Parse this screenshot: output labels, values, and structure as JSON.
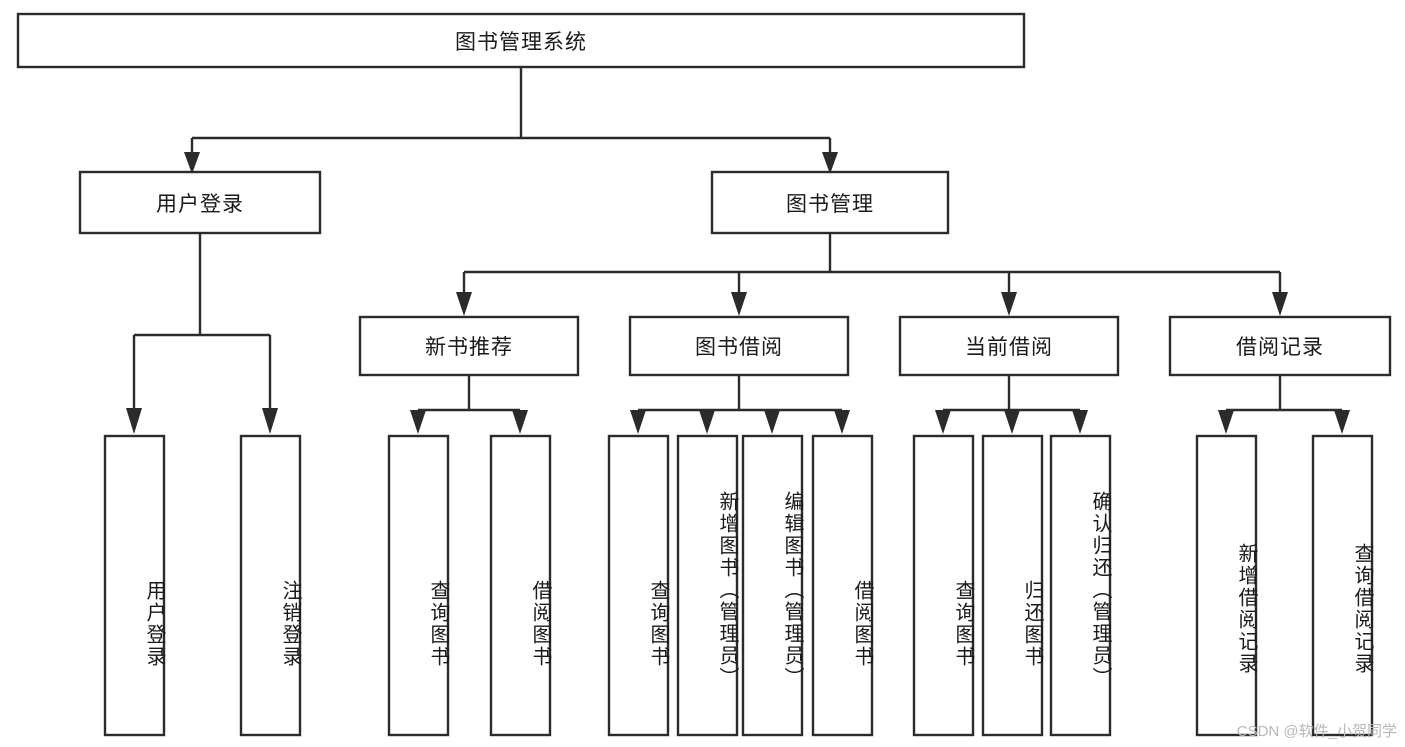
{
  "diagram": {
    "type": "tree",
    "title": "图书管理系统",
    "background": "#ffffff",
    "line_color": "#2b2b2b",
    "text_color": "#1a1a1a",
    "root": {
      "label": "图书管理系统"
    },
    "level2": [
      {
        "label": "用户登录"
      },
      {
        "label": "图书管理"
      }
    ],
    "level3": [
      {
        "label": "新书推荐"
      },
      {
        "label": "图书借阅"
      },
      {
        "label": "当前借阅"
      },
      {
        "label": "借阅记录"
      }
    ],
    "leaves": {
      "user_login": [
        {
          "label": "用户登录"
        },
        {
          "label": "注销登录"
        }
      ],
      "new_book_recommend": [
        {
          "label": "查询图书"
        },
        {
          "label": "借阅图书"
        }
      ],
      "book_borrow": [
        {
          "label": "查询图书"
        },
        {
          "label": "新增图书（管理员）"
        },
        {
          "label": "编辑图书（管理员）"
        },
        {
          "label": "借阅图书"
        }
      ],
      "current_borrow": [
        {
          "label": "查询图书"
        },
        {
          "label": "归还图书"
        },
        {
          "label": "确认归还（管理员）"
        }
      ],
      "borrow_record": [
        {
          "label": "新增借阅记录"
        },
        {
          "label": "查询借阅记录"
        }
      ]
    }
  },
  "watermark": {
    "text": "CSDN @软件_小贺同学"
  }
}
